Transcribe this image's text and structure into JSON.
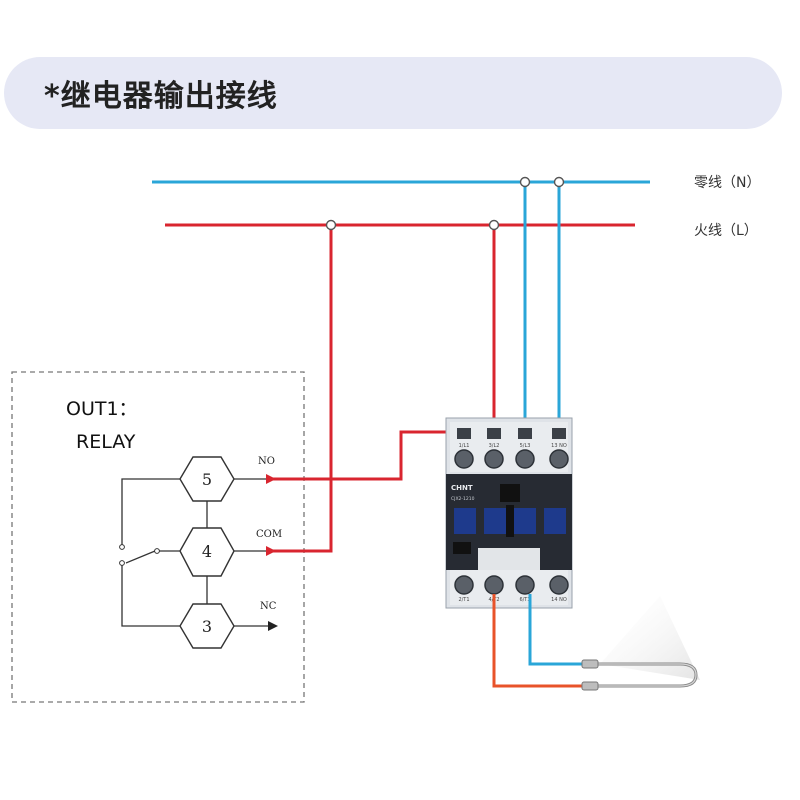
{
  "title": "*继电器输出接线",
  "lines": {
    "neutral": "零线（N）",
    "live": "火线（L）"
  },
  "module": {
    "name": "OUT1：",
    "type": "RELAY"
  },
  "relay": {
    "terminals": [
      "5",
      "4",
      "3"
    ],
    "contacts": [
      "NO",
      "COM",
      "NC"
    ]
  },
  "contactor": {
    "brand": "CHNT",
    "model": "CJX2-1210",
    "top_terminals": [
      "1/L1",
      "3/L2",
      "5/L3",
      "13 NO"
    ],
    "bottom_terminals": [
      "2/T1",
      "4/T2",
      "6/T3",
      "14 NO"
    ]
  },
  "colors": {
    "neutral": "#2aa6d8",
    "live": "#d9252f",
    "output": "#e8532a",
    "title_bg": "#e6e8f5"
  }
}
